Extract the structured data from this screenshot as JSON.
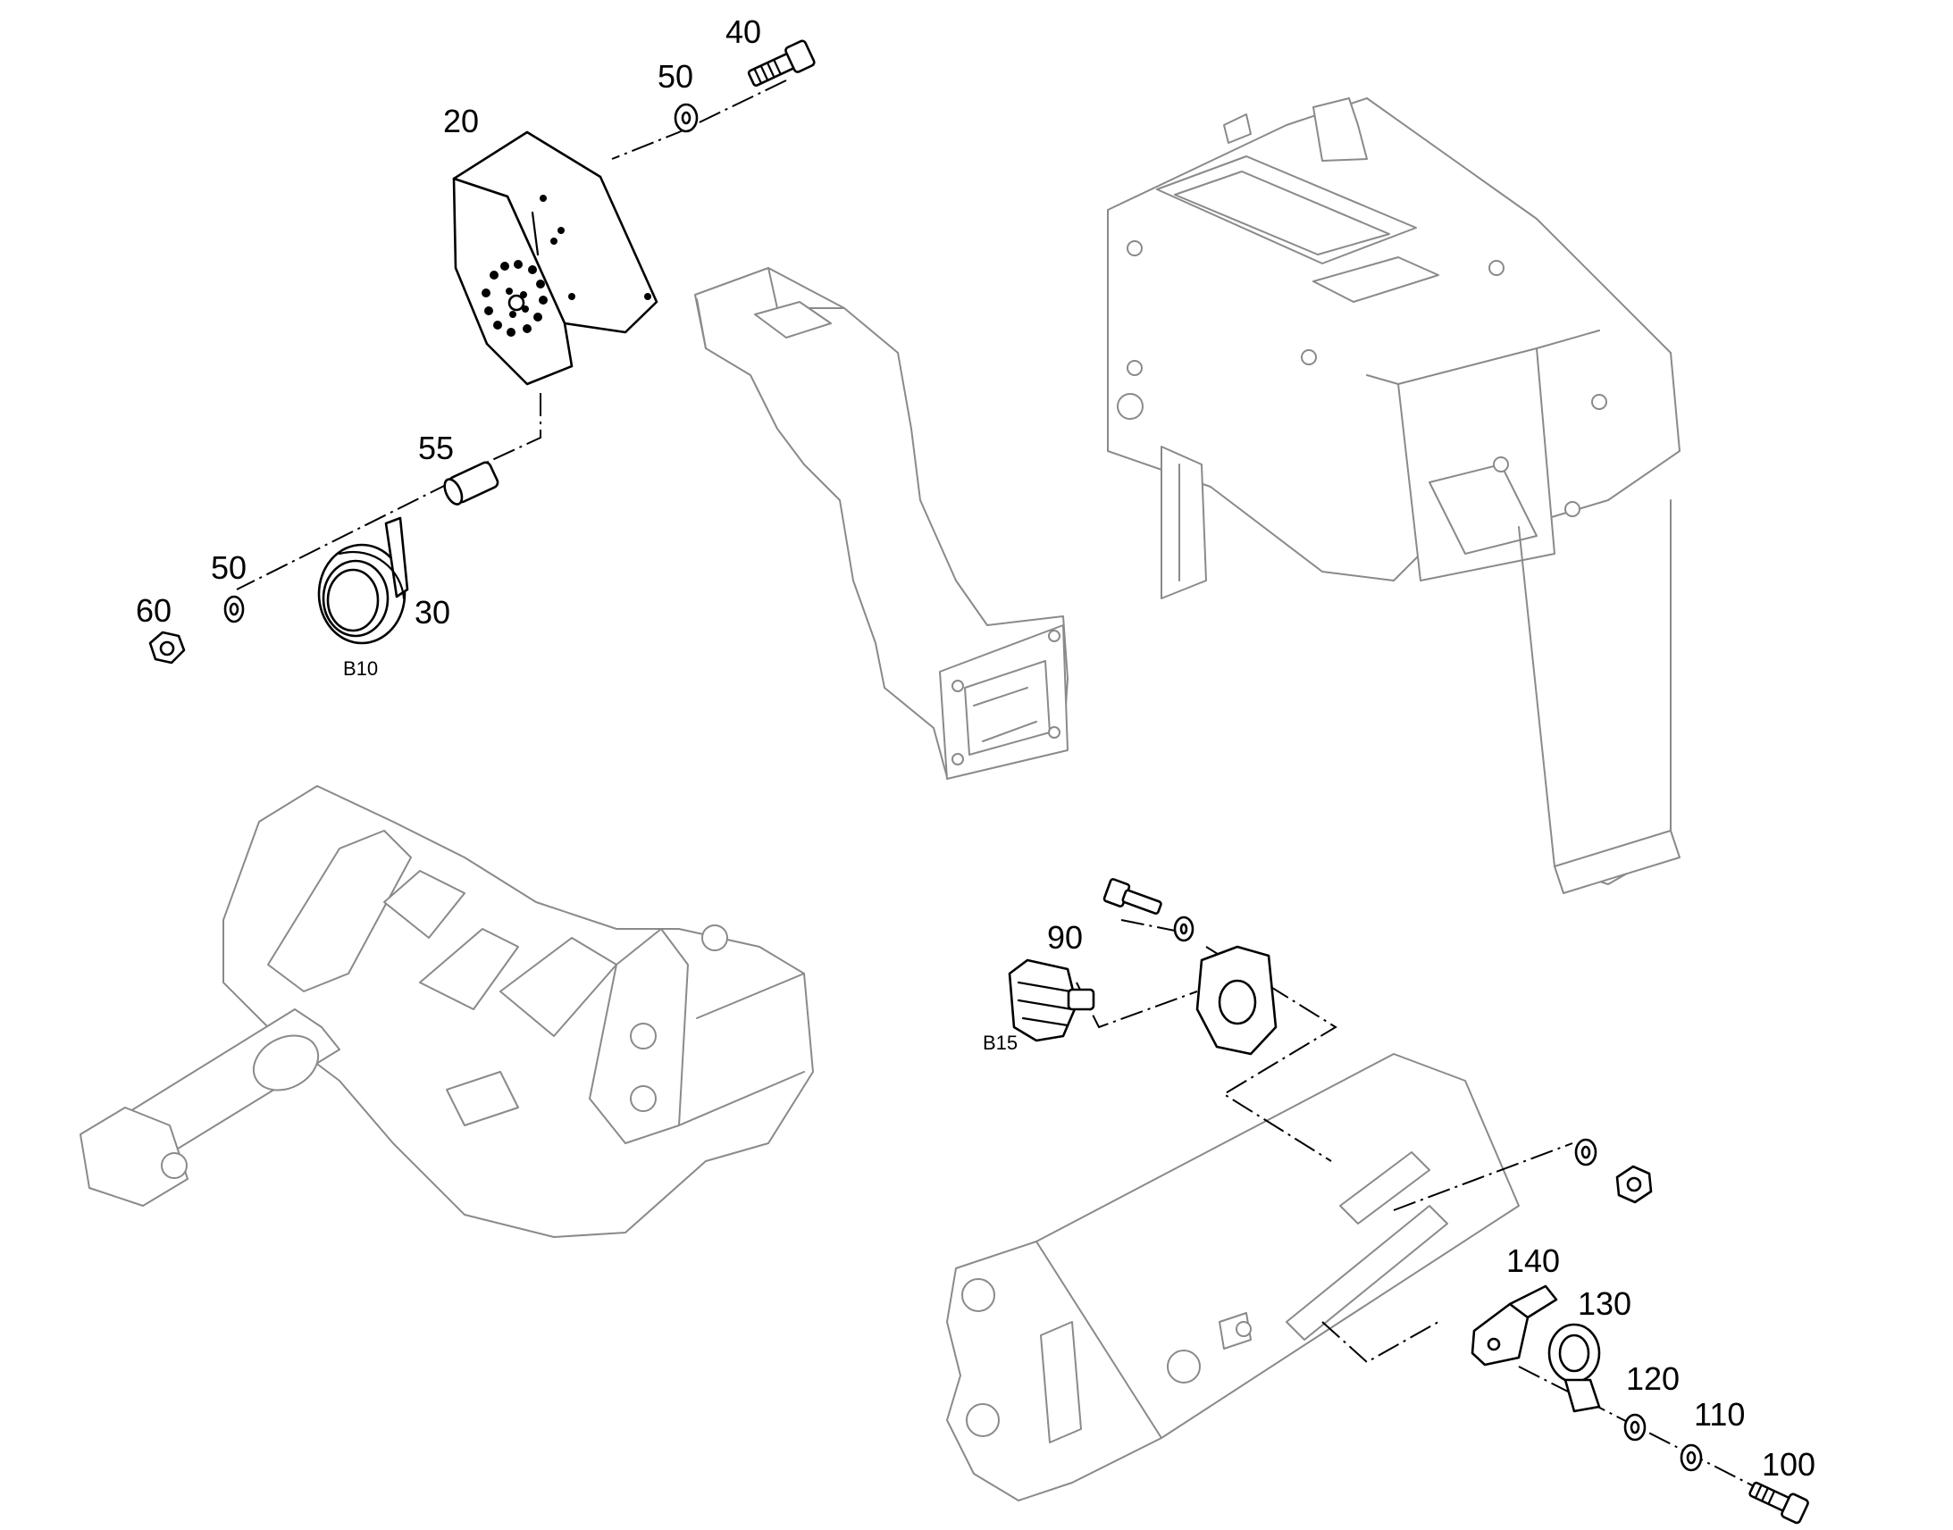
{
  "callouts": {
    "c20": "20",
    "c40": "40",
    "c50a": "50",
    "c55": "55",
    "c50b": "50",
    "c60": "60",
    "c30": "30",
    "c90": "90",
    "c140": "140",
    "c130": "130",
    "c120": "120",
    "c110": "110",
    "c100": "100"
  },
  "sublabels": {
    "b10": "B10",
    "b15": "B15"
  },
  "colors": {
    "part_stroke": "#000000",
    "ghost_stroke": "#8a8a8a",
    "background": "#ffffff"
  }
}
